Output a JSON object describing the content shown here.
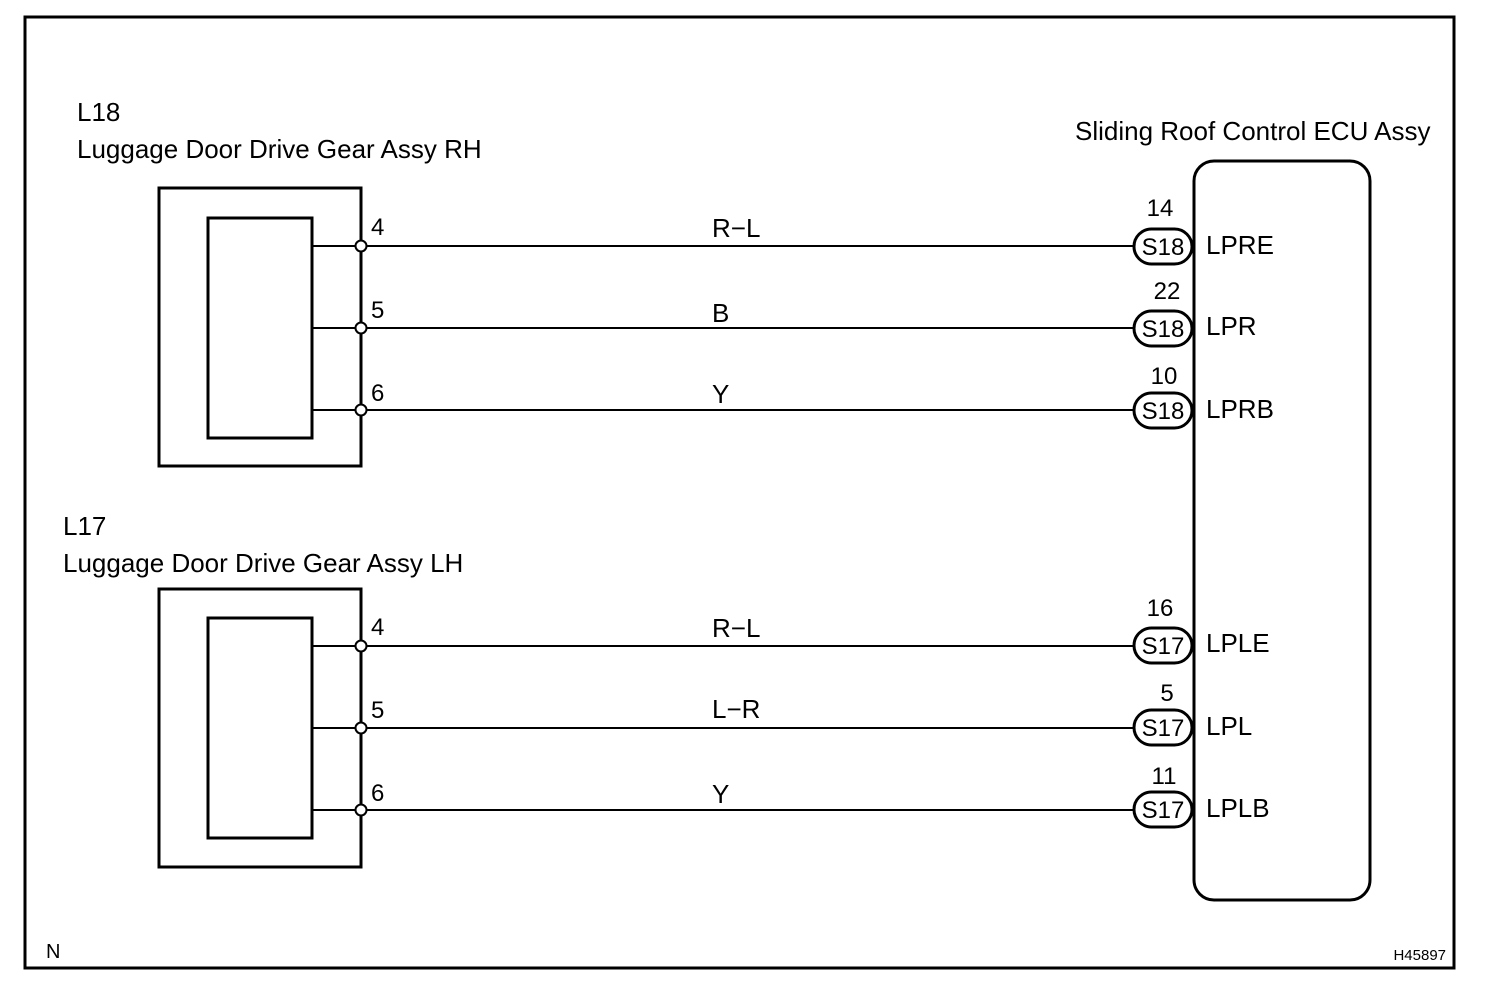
{
  "corner_mark": "N",
  "figure_code": "H45897",
  "ecu": {
    "name": "Sliding Roof Control ECU Assy"
  },
  "components": [
    {
      "code": "L18",
      "name": "Luggage Door Drive Gear Assy RH",
      "wires": [
        {
          "pin": "4",
          "color": "R−L",
          "connector": "S18",
          "ecu_pin": "14",
          "terminal": "LPRE"
        },
        {
          "pin": "5",
          "color": "B",
          "connector": "S18",
          "ecu_pin": "22",
          "terminal": "LPR"
        },
        {
          "pin": "6",
          "color": "Y",
          "connector": "S18",
          "ecu_pin": "10",
          "terminal": "LPRB"
        }
      ]
    },
    {
      "code": "L17",
      "name": "Luggage Door Drive Gear Assy LH",
      "wires": [
        {
          "pin": "4",
          "color": "R−L",
          "connector": "S17",
          "ecu_pin": "16",
          "terminal": "LPLE"
        },
        {
          "pin": "5",
          "color": "L−R",
          "connector": "S17",
          "ecu_pin": "5",
          "terminal": "LPL"
        },
        {
          "pin": "6",
          "color": "Y",
          "connector": "S17",
          "ecu_pin": "11",
          "terminal": "LPLB"
        }
      ]
    }
  ]
}
